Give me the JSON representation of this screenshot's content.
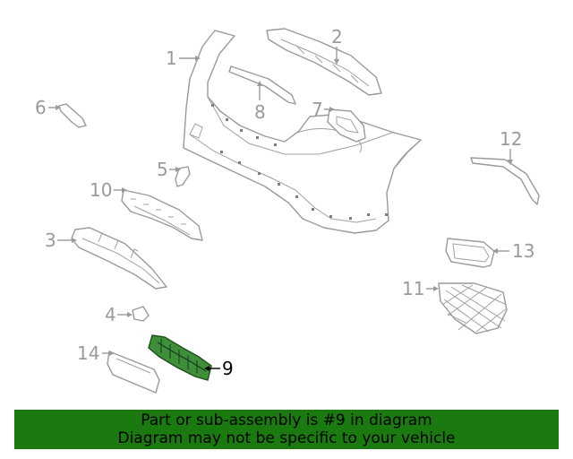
{
  "diagram": {
    "callouts": [
      "1",
      "2",
      "3",
      "4",
      "5",
      "6",
      "7",
      "8",
      "9",
      "10",
      "11",
      "12",
      "13",
      "14"
    ],
    "highlighted_callout": "9"
  },
  "banner": {
    "line1": "Part or sub-assembly is #9 in diagram",
    "line2": "Diagram may not be specific to your vehicle"
  },
  "colors": {
    "banner_bg": "#1a7a0f",
    "highlight_part": "#2e7d32",
    "part_stroke": "#9a9a9a",
    "callout_text": "#9a9a9a",
    "active_callout_text": "#000000"
  }
}
